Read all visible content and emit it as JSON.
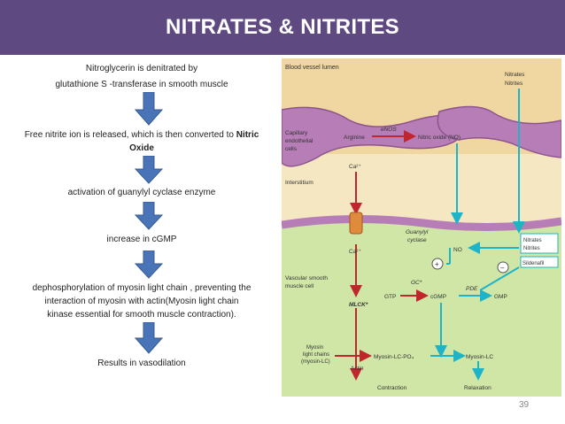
{
  "slide": {
    "title": "NITRATES & NITRITES",
    "page_number": "39"
  },
  "flow": {
    "step1_line1": "Nitroglycerin is denitrated by",
    "step1_line2": "glutathione S -transferase in smooth muscle",
    "step2_part1": "Free nitrite ion is released, which is then converted to ",
    "step2_bold": "Nitric",
    "step2_bold2": "Oxide",
    "step3": "activation of guanylyl cyclase  enzyme",
    "step4": "increase in cGMP",
    "step5_line1": "dephosphorylation of myosin light chain , preventing the",
    "step5_line2": "interaction of myosin with actin(Myosin light chain",
    "step5_line3": "kinase essential for smooth muscle contraction).",
    "step6": "Results in vasodilation"
  },
  "figure": {
    "blood_vessel_lumen": "Blood vessel lumen",
    "nitrates_top": "Nitrates",
    "nitrites_top": "Nitrites",
    "capillary": "Capillary",
    "endothelial": "endothelial",
    "cells": "cells",
    "arginine": "Arginine",
    "enos": "eNOS",
    "nitric_oxide_no": "Nitric oxide (NO)",
    "ca2_top": "Ca²⁺",
    "interstitium": "Interstitium",
    "ca2_mid": "Ca²⁺",
    "guanylyl": "Guanylyl",
    "cyclase": "cyclase",
    "no": "NO",
    "nitrates_right": "Nitrates",
    "nitrites_right": "Nitrites",
    "plus": "+",
    "minus": "–",
    "sildenafil": "Sildenafil",
    "vascular_smooth": "Vascular smooth",
    "muscle_cell": "muscle cell",
    "gc_star": "GC*",
    "pde": "PDE",
    "gtp": "GTP",
    "cgmp": "cGMP",
    "gmp": "GMP",
    "mlck": "MLCK*",
    "myosin": "Myosin",
    "light_chains": "light chains",
    "myosin_lc_paren": "(myosin-LC)",
    "myosin_lc_po4": "Myosin-LC-PO₄",
    "myosin_lc": "Myosin-LC",
    "actin": "Actin",
    "contraction": "Contraction",
    "relaxation": "Relaxation"
  },
  "colors": {
    "banner": "#5e4a80",
    "flow_arrow": "#4a74b8",
    "lumen": "#f0d6a0",
    "cell_purple": "#b67db6",
    "cell_green": "#cfe6a6",
    "arrow_red": "#c0272d",
    "arrow_teal": "#1fb3c8"
  }
}
